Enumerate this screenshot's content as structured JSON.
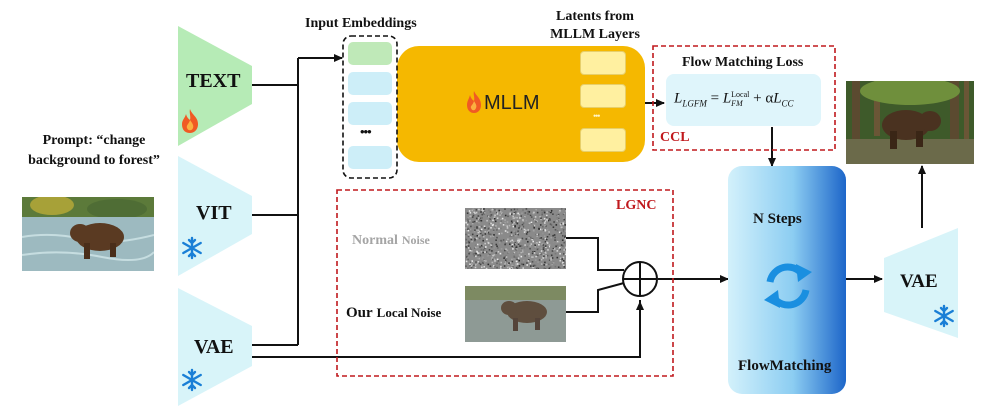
{
  "prompt": {
    "label": "Prompt: “change",
    "label2": "background to forest”"
  },
  "encoders": {
    "text": "TEXT",
    "vit": "VIT",
    "vae": "VAE"
  },
  "embeddings": {
    "title": "Input Embeddings",
    "ellipsis": "•••"
  },
  "mllm": {
    "label": "MLLM",
    "latents_title_line1": "Latents from",
    "latents_title_line2": "MLLM Layers",
    "latent_ellipsis": "•••"
  },
  "ccl": {
    "tag": "CCL",
    "loss_title": "Flow Matching Loss",
    "formula": {
      "lhs": "L",
      "lhs_sub": "LGFM",
      "eq": " = ",
      "rhs1": "L",
      "rhs1_sup": "Local",
      "rhs1_sub": "FM",
      "plus": " + α",
      "rhs2": "L",
      "rhs2_sub": "CC"
    }
  },
  "lgnc": {
    "tag": "LGNC",
    "normal_big": "Normal",
    "normal_small": "Noise",
    "ours_big": "Our",
    "ours_small": "Local Noise"
  },
  "flow": {
    "steps": "N Steps",
    "name": "FlowMatching"
  },
  "decoder": {
    "vae": "VAE"
  },
  "colors": {
    "green_trapezoid": "#b6ebb6",
    "blue_trapezoid": "#d8f4f9",
    "mllm": "#f5b800",
    "latent": "#fff0a0",
    "loss_box": "#dff5fb",
    "dashed_red": "#c0191d",
    "flow_gradient_start": "#cdeffa",
    "flow_gradient_end": "#1e6fd1"
  },
  "icons": {
    "fire": "fire-icon",
    "snowflake": "snowflake-icon",
    "refresh": "refresh-icon",
    "sum": "circled-plus-icon"
  }
}
